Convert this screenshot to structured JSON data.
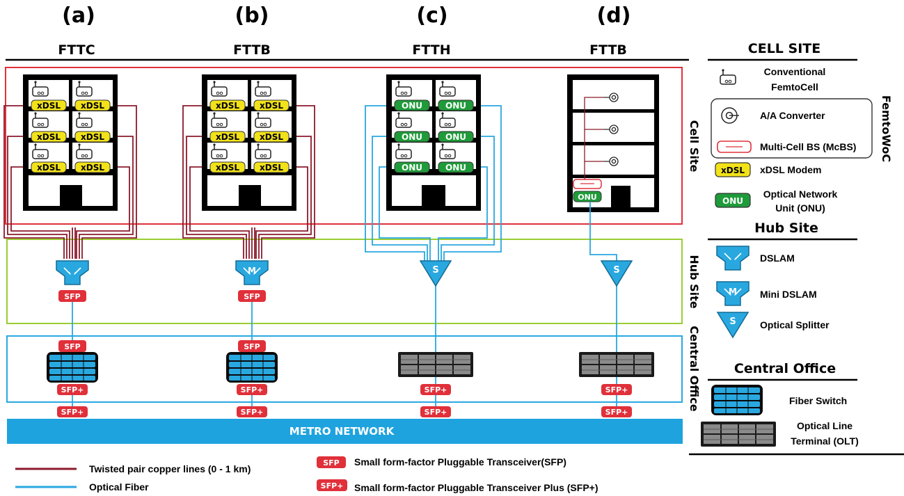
{
  "columns": [
    {
      "letter": "(a)",
      "label": "FTTC"
    },
    {
      "letter": "(b)",
      "label": "FTTB"
    },
    {
      "letter": "(c)",
      "label": "FTTH"
    },
    {
      "letter": "(d)",
      "label": "FTTB"
    }
  ],
  "zones": {
    "cell_site": "Cell Site",
    "hub_site": "Hub Site",
    "central_office": "Central Office"
  },
  "device_labels": {
    "xdsl": "xDSL",
    "onu": "ONU",
    "sfp": "SFP",
    "sfp_plus": "SFP+",
    "mini_dslam": "M",
    "splitter": "S"
  },
  "metro": "METRO NETWORK",
  "legend_side": {
    "cell_site_title": "CELL SITE",
    "femtowoc": "FemtoWoC",
    "conventional_femtocell_1": "Conventional",
    "conventional_femtocell_2": "FemtoCell",
    "aa_converter": "A/A Converter",
    "mcbs": "Multi-Cell BS (McBS)",
    "xdsl_modem": "xDSL Modem",
    "onu_1": "Optical Network",
    "onu_2": "Unit (ONU)",
    "hub_site_title": "Hub Site",
    "dslam": "DSLAM",
    "mini_dslam": "Mini DSLAM",
    "optical_splitter": "Optical Splitter",
    "central_office_title": "Central Office",
    "fiber_switch": "Fiber Switch",
    "olt_1": "Optical Line",
    "olt_2": "Terminal (OLT)"
  },
  "legend_bottom": {
    "copper": "Twisted pair copper lines (0 - 1 km)",
    "fiber": "Optical Fiber",
    "sfp_desc": "Small form-factor Pluggable Transceiver(SFP)",
    "sfp_plus_desc": "Small form-factor Pluggable Transceiver Plus (SFP+)"
  },
  "colors": {
    "copper": "#8b1a2b",
    "fiber": "#29a8e0",
    "cell_site_border": "#e0303a",
    "hub_site_border": "#9acd32",
    "central_office_border": "#29a8e0",
    "xdsl_fill": "#f2e21a",
    "onu_fill": "#1f9b3a",
    "sfp_fill": "#e0303a",
    "metro_fill": "#1ea3df",
    "dslam_fill": "#29a8e0",
    "switch_fill": "#29a8e0",
    "olt_fill": "#666666"
  }
}
